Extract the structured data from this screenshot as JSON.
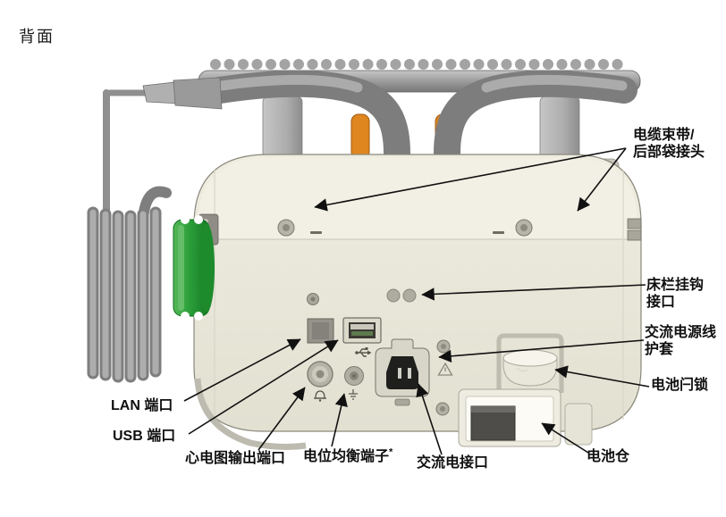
{
  "title": "背面",
  "figure": {
    "description": "除颤仪背面视图标注图",
    "colors": {
      "body_cream": "#e9e7d9",
      "body_band": "#f2f0e4",
      "paddle_gray": "#7d7d7d",
      "knob_green": "#2b9e3a",
      "clip_orange": "#e0861f",
      "arrow_black": "#111111"
    },
    "callouts": {
      "cable_tie": "电缆束带/\n后部袋接头",
      "bed_rail": "床栏挂钩\n接口",
      "ac_cord_sheath": "交流电源线\n护套",
      "battery_latch": "电池闩锁",
      "battery_bay": "电池仓",
      "lan_port": "LAN 端口",
      "usb_port": "USB 端口",
      "ecg_output": "心电图输出端口",
      "equipotential_terminal": "电位均衡端子",
      "equipotential_footnote_marker": "*",
      "ac_inlet": "交流电接口"
    }
  }
}
